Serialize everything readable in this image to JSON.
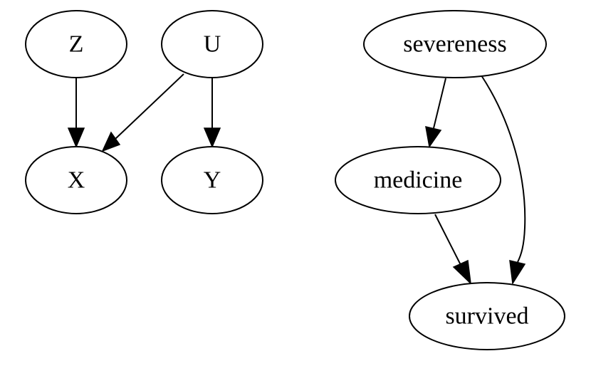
{
  "graphs": [
    {
      "nodes": [
        {
          "id": "Z",
          "label": "Z"
        },
        {
          "id": "U",
          "label": "U"
        },
        {
          "id": "X",
          "label": "X"
        },
        {
          "id": "Y",
          "label": "Y"
        }
      ],
      "edges": [
        {
          "from": "Z",
          "to": "X"
        },
        {
          "from": "U",
          "to": "X"
        },
        {
          "from": "U",
          "to": "Y"
        }
      ]
    },
    {
      "nodes": [
        {
          "id": "severeness",
          "label": "severeness"
        },
        {
          "id": "medicine",
          "label": "medicine"
        },
        {
          "id": "survived",
          "label": "survived"
        }
      ],
      "edges": [
        {
          "from": "severeness",
          "to": "medicine"
        },
        {
          "from": "severeness",
          "to": "survived"
        },
        {
          "from": "medicine",
          "to": "survived"
        }
      ]
    }
  ]
}
